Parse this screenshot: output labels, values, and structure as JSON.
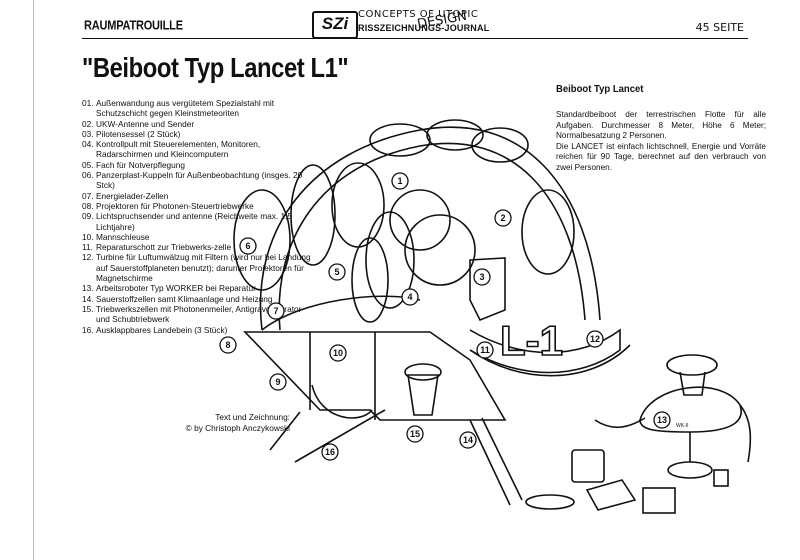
{
  "header": {
    "brand": "RAUMPATROUILLE",
    "logo": "SZi",
    "concepts": "CONCEPTS OF UTOPIC",
    "journal": "RISSZEICHNUNGS-JOURNAL",
    "design": "DESIGN",
    "page": "45 SEITE"
  },
  "title": "\"Beiboot Typ Lancet L1\"",
  "parts": [
    {
      "num": "01.",
      "text": "Außenwandung aus vergütetem Spezialstahl mit Schutzschicht gegen Kleinstmeteoriten"
    },
    {
      "num": "02.",
      "text": "UKW-Antenne und Sender"
    },
    {
      "num": "03.",
      "text": "Pilotensessel (2 Stück)"
    },
    {
      "num": "04.",
      "text": "Kontrollpult mit Steuerelementen, Monitoren, Radarschirmen und Kleincomputern"
    },
    {
      "num": "05.",
      "text": "Fach für Notverpflegung"
    },
    {
      "num": "06.",
      "text": "Panzerplast-Kuppeln für Außenbeobachtung (insges. 20 Stck)"
    },
    {
      "num": "07.",
      "text": "Energielader-Zellen"
    },
    {
      "num": "08.",
      "text": "Projektoren für Photonen-Steuertriebwerke"
    },
    {
      "num": "09.",
      "text": "Lichtspruchsender und antenne (Reichweite max. 1,5 Lichtjahre)"
    },
    {
      "num": "10.",
      "text": "Mannschleuse"
    },
    {
      "num": "11.",
      "text": "Reparaturschott zur Triebwerks-zelle"
    },
    {
      "num": "12.",
      "text": "Turbine für Luftumwälzug mit Filtern (wird nur bei Landung auf Sauerstoffplaneten benutzt); darunter Projektoren für Magnetschirme"
    },
    {
      "num": "13.",
      "text": "Arbeitsroboter Typ WORKER bei Reparatur"
    },
    {
      "num": "14.",
      "text": "Sauerstoffzellen samt Klimaanlage und Heizung"
    },
    {
      "num": "15.",
      "text": "Triebwerkszellen mit Photonenmeiler, Antigravgenerator und Schubtriebwerk"
    },
    {
      "num": "16.",
      "text": "Ausklappbares Landebein (3 Stück)"
    }
  ],
  "credit": {
    "line1": "Text und Zeichnung:",
    "line2": "© by Christoph Anczykowski"
  },
  "sidebar": {
    "title": "Beiboot Typ Lancet",
    "paragraph1": "Standardbeiboot der terrestrischen Flotte für alle Aufgaben. Durchmesser 8 Meter, Höhe 6 Meter; Normalbesatzung 2 Personen.",
    "paragraph2": "Die LANCET ist einfach lichtschnell, Energie und Vorräte reichen für 90 Tage, berechnet auf den verbrauch von zwei Personen."
  },
  "illustration": {
    "hull_marking": "L-1",
    "robot_marking": "WK-II",
    "callouts": [
      "1",
      "2",
      "3",
      "4",
      "5",
      "6",
      "7",
      "8",
      "9",
      "10",
      "11",
      "12",
      "13",
      "14",
      "15",
      "16"
    ]
  }
}
